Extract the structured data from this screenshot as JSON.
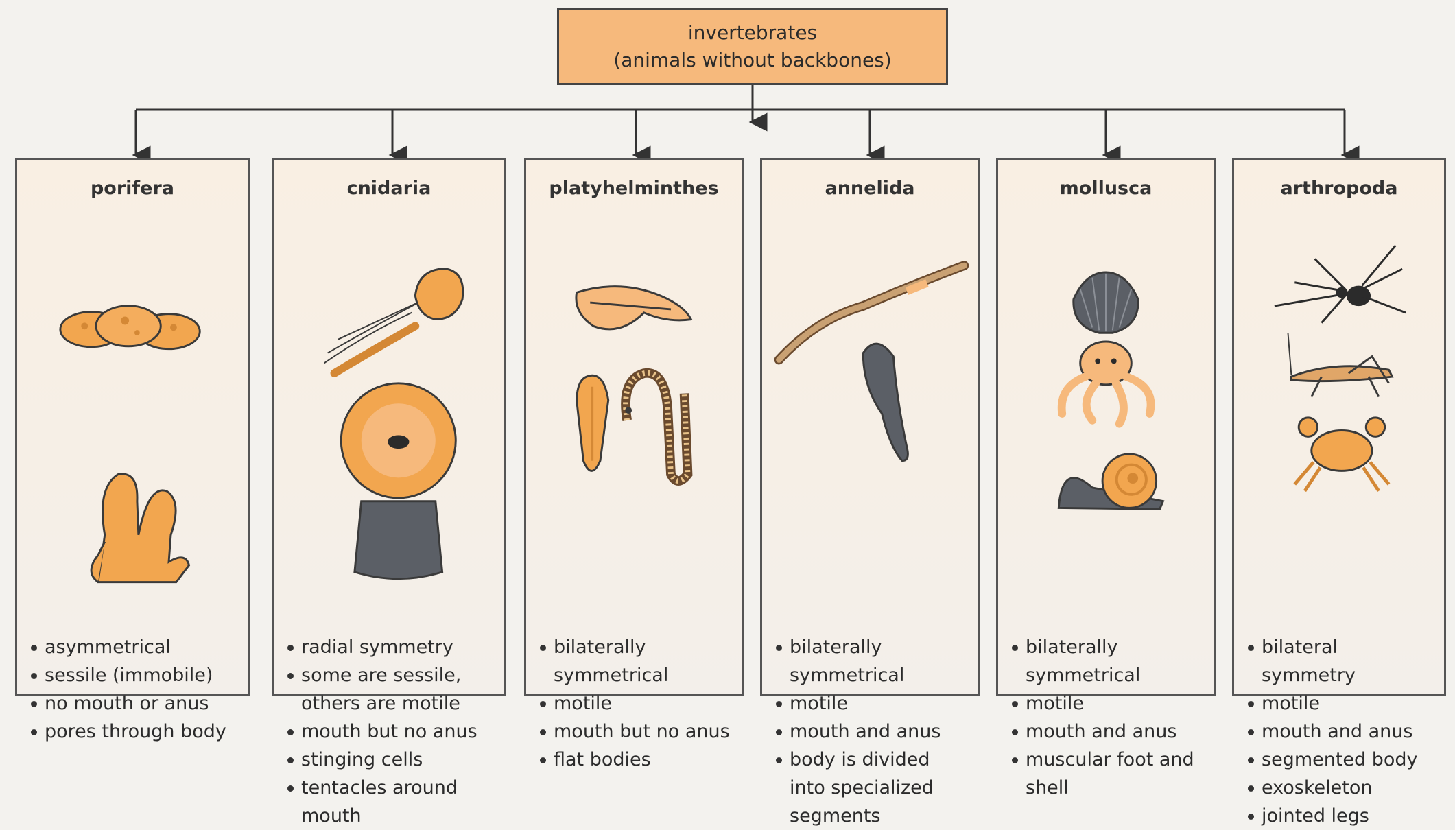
{
  "root": {
    "line1": "invertebrates",
    "line2": "(animals without backbones)"
  },
  "phyla": [
    {
      "name": "porifera",
      "features": [
        "asymmetrical",
        "sessile (immobile)",
        "no mouth or anus",
        "pores through body"
      ]
    },
    {
      "name": "cnidaria",
      "features": [
        "radial symmetry",
        "some are sessile, others are motile",
        "mouth but no anus",
        "stinging cells",
        "tentacles around mouth"
      ]
    },
    {
      "name": "platyhelminthes",
      "features": [
        "bilaterally symmetrical",
        "motile",
        "mouth but no anus",
        "flat bodies"
      ]
    },
    {
      "name": "annelida",
      "features": [
        "bilaterally symmetrical",
        "motile",
        "mouth and anus",
        "body is divided into specialized segments"
      ]
    },
    {
      "name": "mollusca",
      "features": [
        "bilaterally symmetrical",
        "motile",
        "mouth and anus",
        "muscular foot and shell"
      ]
    },
    {
      "name": "arthropoda",
      "features": [
        "bilateral symmetry",
        "motile",
        "mouth and anus",
        "segmented body",
        "exoskeleton",
        "jointed legs"
      ]
    }
  ],
  "illustrations": [
    [
      "sponge-icon",
      "tube-sponge-icon"
    ],
    [
      "jellyfish-icon",
      "sea-anemone-icon"
    ],
    [
      "flatworm-icon",
      "fluke-icon",
      "tapeworm-icon"
    ],
    [
      "earthworm-icon",
      "leech-icon"
    ],
    [
      "scallop-shell-icon",
      "octopus-icon",
      "snail-icon"
    ],
    [
      "spider-icon",
      "grasshopper-icon",
      "crab-icon"
    ]
  ],
  "colors": {
    "root_fill": "#f6b97c",
    "illustration_orange": "#f2a64f",
    "illustration_dark": "#5b5f66"
  }
}
